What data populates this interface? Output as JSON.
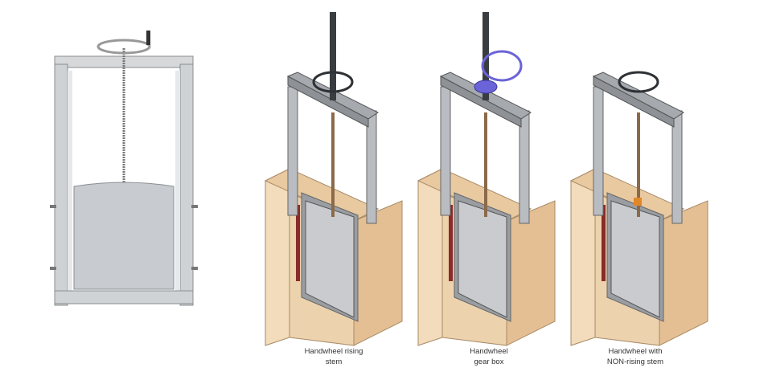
{
  "figures": [
    {
      "caption_line1": "Handwheel rising",
      "caption_line2": "stem",
      "variant": "rising-stem"
    },
    {
      "caption_line1": "Handwheel",
      "caption_line2": "gear box",
      "variant": "gear-box"
    },
    {
      "caption_line1": "Handwheel with",
      "caption_line2": "NON-rising stem",
      "variant": "non-rising-stem"
    }
  ],
  "colors": {
    "concrete": "#e8c9a0",
    "steel": "#b9bcc0",
    "gearbox": "#6b63d8",
    "seal": "#8a2a2a",
    "nut": "#e0872a"
  }
}
